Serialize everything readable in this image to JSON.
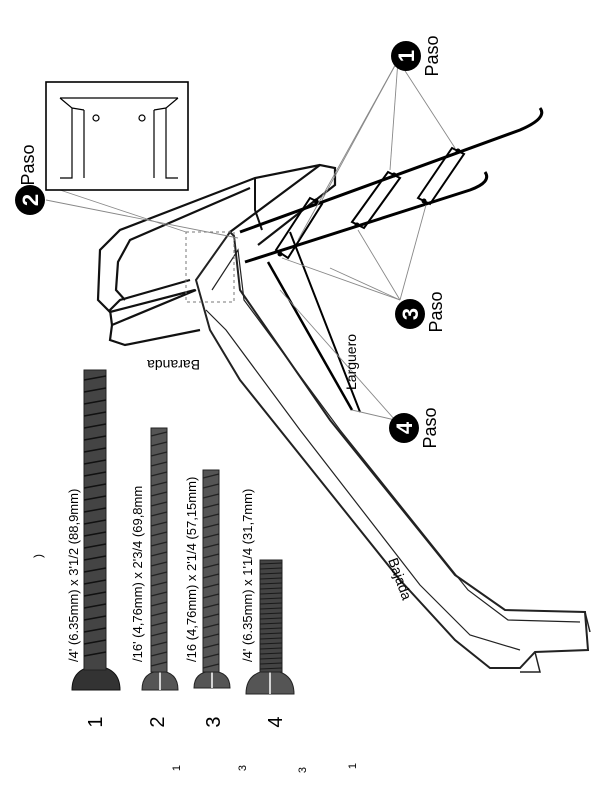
{
  "step_word": "Paso",
  "steps": [
    {
      "number": "1",
      "label": "Paso"
    },
    {
      "number": "2",
      "label": "Paso"
    },
    {
      "number": "3",
      "label": "Paso"
    },
    {
      "number": "4",
      "label": "Paso"
    }
  ],
  "part_labels": {
    "baranda": "Baranda",
    "larguero": "Larguero",
    "bajada": "Bajada"
  },
  "bolts": [
    {
      "number": "1",
      "spec": "/4' (6.35mm) x 3'1/2 (88,9mm)"
    },
    {
      "number": "2",
      "spec": "/16' (4,76mm) x 2'3/4 (69,8mm"
    },
    {
      "number": "3",
      "spec": "/16 (4,76mm) x 2'1/4 (57,15mm)"
    },
    {
      "number": "4",
      "spec": "/4' (6.35mm) x 1'1/4 (31,7mm)"
    }
  ],
  "stray_marks": {
    "paren": ")",
    "row": [
      "1",
      "3",
      "3",
      "1"
    ]
  }
}
